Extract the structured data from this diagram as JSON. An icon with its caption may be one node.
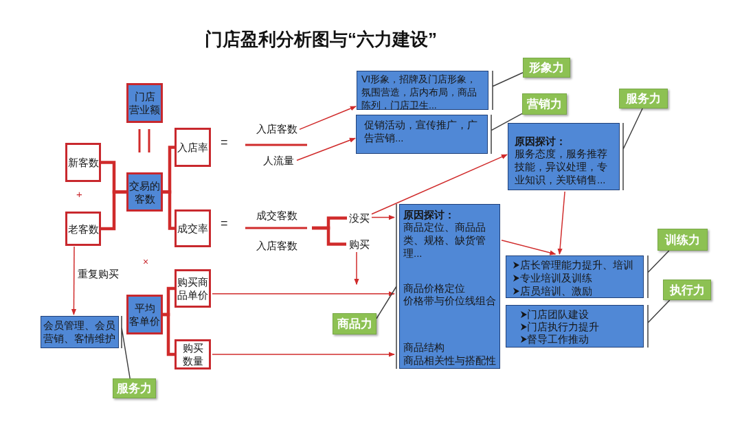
{
  "diagram": {
    "title": "门店盈利分析图与“六力建设”",
    "nodes": [
      {
        "text": [
          "门店营业额"
        ]
      },
      {
        "text": [
          "新客数"
        ]
      },
      {
        "text": [
          "老客数"
        ]
      },
      {
        "text": [
          "交易的客数"
        ]
      },
      {
        "text": [
          "入店率"
        ]
      },
      {
        "text": [
          "成交率"
        ]
      },
      {
        "text": [
          "入店客数"
        ]
      },
      {
        "text": [
          "人流量"
        ]
      },
      {
        "text": [
          "成交客数"
        ]
      },
      {
        "text": [
          "入店客数"
        ]
      },
      {
        "text": [
          "没买"
        ]
      },
      {
        "text": [
          "购买"
        ]
      },
      {
        "text": [
          "购买商品单价"
        ]
      },
      {
        "text": [
          "平均客单价"
        ]
      },
      {
        "text": [
          "购买数量"
        ]
      },
      {
        "text": [
          "会员管理、会员营销、客情维护"
        ]
      },
      {
        "text": [
          "服务力"
        ]
      },
      {
        "text": [
          "VI形象，招牌及门店形象，氛围营造，店内布局，商品陈列，门店卫生..."
        ]
      },
      {
        "text": [
          "形象力"
        ]
      },
      {
        "text": [
          "促销活动，宣传推广，广告营销..."
        ]
      },
      {
        "text": [
          "营销力"
        ]
      },
      {
        "text": [
          "服务力"
        ]
      },
      {
        "text": [
          "原因探讨：",
          "服务态度，服务推荐技能，异议处理，专业知识，关联销售..."
        ]
      },
      {
        "text": [
          "原因探讨：",
          "商品定位、商品品类、规格、缺货管理...",
          "商品价格定位",
          "价格带与价位线组合",
          "商品结构",
          "商品相关性与搭配性"
        ]
      },
      {
        "text": [
          "商品力"
        ]
      },
      {
        "text": [
          "店长管理能力提升、培训",
          "专业培训及训练",
          "店员培训、激励"
        ]
      },
      {
        "text": [
          "训练力"
        ]
      },
      {
        "text": [
          "门店团队建设",
          "门店执行力提升",
          "督导工作推动"
        ]
      },
      {
        "text": [
          "执行力"
        ]
      }
    ],
    "edges": [
      {
        "from": 1,
        "to": 3,
        "arrow": "none",
        "style": "thick"
      },
      {
        "from": 2,
        "to": 3,
        "arrow": "none",
        "style": "thick"
      },
      {
        "from": 3,
        "to": 4,
        "arrow": "none",
        "style": "thick"
      },
      {
        "from": 3,
        "to": 5,
        "arrow": "none",
        "style": "thick"
      },
      {
        "from": 6,
        "to": 17,
        "arrow": "to"
      },
      {
        "from": 7,
        "to": 19,
        "arrow": "to"
      },
      {
        "from": 8,
        "to": 10,
        "arrow": "none",
        "style": "thick"
      },
      {
        "from": 8,
        "to": 11,
        "arrow": "none",
        "style": "thick"
      },
      {
        "from": 10,
        "to": 22,
        "arrow": "to"
      },
      {
        "from": 10,
        "to": 23,
        "arrow": "to"
      },
      {
        "from": 11,
        "to": null,
        "arrow": "to"
      },
      {
        "from": 2,
        "to": 15,
        "arrow": "to",
        "label": "重复购买"
      },
      {
        "from": 13,
        "to": 12,
        "arrow": "none",
        "style": "thick"
      },
      {
        "from": 13,
        "to": 14,
        "arrow": "none",
        "style": "thick"
      },
      {
        "from": 12,
        "to": 23,
        "arrow": "to"
      },
      {
        "from": 14,
        "to": 23,
        "arrow": "to"
      },
      {
        "from": 23,
        "to": 25,
        "arrow": "to"
      },
      {
        "from": 22,
        "to": 25,
        "arrow": "to"
      },
      {
        "from": 18,
        "to": 17,
        "arrow": "none",
        "color": "#404040"
      },
      {
        "from": 20,
        "to": 19,
        "arrow": "none",
        "color": "#404040"
      },
      {
        "from": 21,
        "to": 22,
        "arrow": "none",
        "color": "#404040"
      },
      {
        "from": 16,
        "to": 15,
        "arrow": "none",
        "color": "#404040"
      },
      {
        "from": 24,
        "to": 23,
        "arrow": "none",
        "color": "#404040"
      },
      {
        "from": 26,
        "to": 25,
        "arrow": "none",
        "color": "#404040"
      },
      {
        "from": 28,
        "to": 27,
        "arrow": "none",
        "color": "#404040"
      }
    ],
    "labels": [
      "=",
      "+",
      "=",
      "×"
    ]
  }
}
